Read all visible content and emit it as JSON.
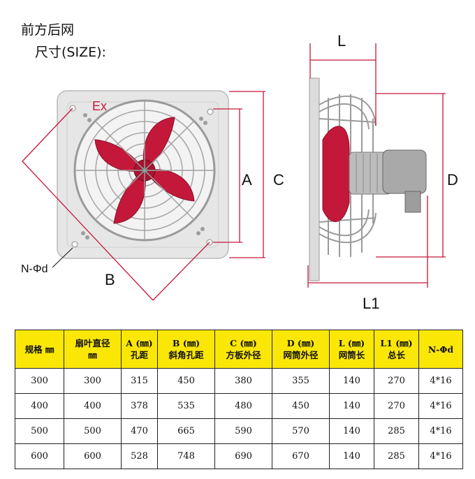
{
  "header": {
    "line1": "前方后网",
    "line2": "尺寸(SIZE):"
  },
  "diagram": {
    "ex_mark": "Ex",
    "labels": {
      "a": "A",
      "b": "B",
      "c": "C",
      "d": "D",
      "l": "L",
      "l1": "L1",
      "n_phi_d": "N-Φd"
    },
    "colors": {
      "blade": "#c4183a",
      "panel": "#e4e4e4",
      "guard": "#9a9a9a",
      "motor": "#b4b4b4"
    }
  },
  "table": {
    "headers": [
      {
        "line1": "规格 ㎜",
        "line2": ""
      },
      {
        "line1": "扇叶直径",
        "line2": "㎜"
      },
      {
        "line1": "A (㎜)",
        "line2": "孔距"
      },
      {
        "line1": "B (㎜)",
        "line2": "斜角孔距"
      },
      {
        "line1": "C (㎜)",
        "line2": "方板外径"
      },
      {
        "line1": "D (㎜)",
        "line2": "网筒外径"
      },
      {
        "line1": "L (㎜)",
        "line2": "网筒长"
      },
      {
        "line1": "L1 (㎜)",
        "line2": "总长"
      },
      {
        "line1": "N-Φd",
        "line2": ""
      }
    ],
    "rows": [
      [
        "300",
        "300",
        "315",
        "450",
        "380",
        "355",
        "140",
        "270",
        "4*16"
      ],
      [
        "400",
        "400",
        "378",
        "535",
        "480",
        "450",
        "140",
        "270",
        "4*16"
      ],
      [
        "500",
        "500",
        "470",
        "665",
        "590",
        "570",
        "140",
        "285",
        "4*16"
      ],
      [
        "600",
        "600",
        "528",
        "748",
        "690",
        "670",
        "140",
        "285",
        "4*16"
      ]
    ],
    "header_color": "#fbe706"
  }
}
